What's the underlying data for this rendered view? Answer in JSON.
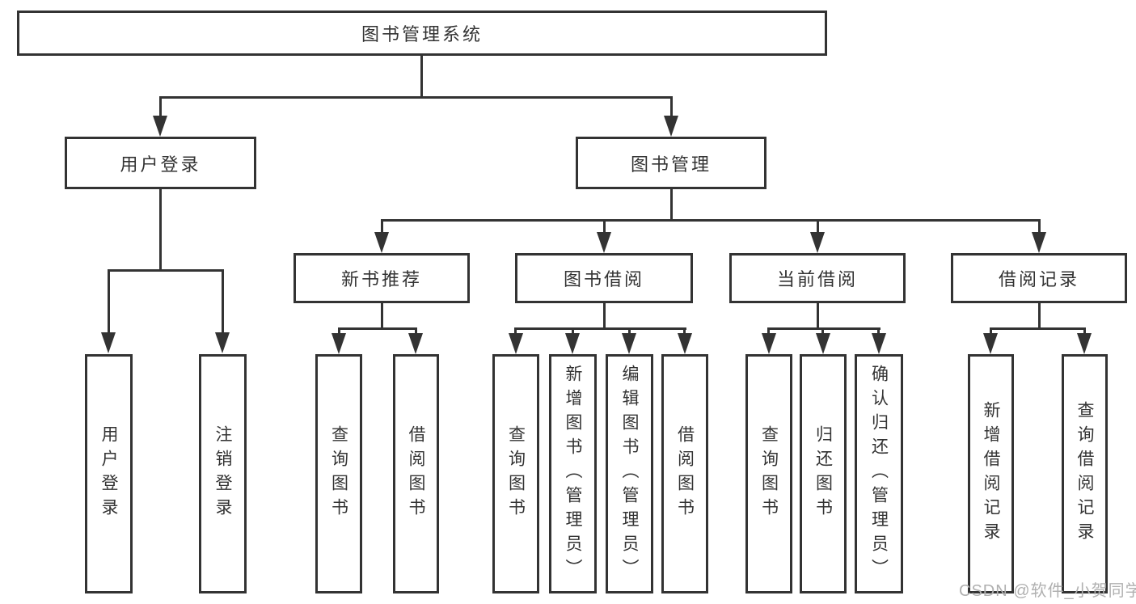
{
  "tree": {
    "root": "图书管理系统",
    "children": [
      {
        "label": "用户登录",
        "children": [
          {
            "label": "用户登录"
          },
          {
            "label": "注销登录"
          }
        ]
      },
      {
        "label": "图书管理",
        "children": [
          {
            "label": "新书推荐",
            "children": [
              {
                "label": "查询图书"
              },
              {
                "label": "借阅图书"
              }
            ]
          },
          {
            "label": "图书借阅",
            "children": [
              {
                "label": "查询图书"
              },
              {
                "label": "新增图书（管理员）"
              },
              {
                "label": "编辑图书（管理员）"
              },
              {
                "label": "借阅图书"
              }
            ]
          },
          {
            "label": "当前借阅",
            "children": [
              {
                "label": "查询图书"
              },
              {
                "label": "归还图书"
              },
              {
                "label": "确认归还（管理员）"
              }
            ]
          },
          {
            "label": "借阅记录",
            "children": [
              {
                "label": "新增借阅记录"
              },
              {
                "label": "查询借阅记录"
              }
            ]
          }
        ]
      }
    ]
  },
  "watermark": {
    "text": "CSDN @软件_小贺同学"
  },
  "colors": {
    "line": "#333333",
    "box_border": "#333333",
    "text": "#333333",
    "watermark": "#b0b0b0",
    "background": "#ffffff"
  }
}
